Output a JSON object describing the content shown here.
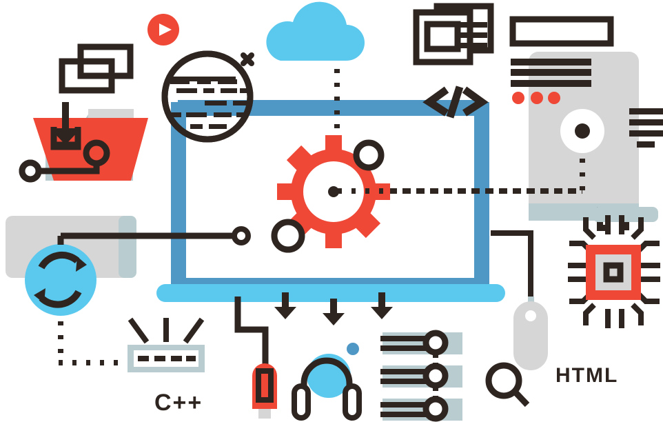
{
  "illustration": {
    "title": "Programming and Web Development Flat Icon Collage",
    "background_color": "#ffffff"
  },
  "palette": {
    "dark": "#2e2520",
    "red": "#ef4836",
    "sky_blue": "#5bc8ee",
    "steel_blue": "#4f97c4",
    "light_gray": "#d6d6d6",
    "blue_gray": "#b9cdd0",
    "mid_gray": "#c8c8c8",
    "white": "#ffffff"
  },
  "labels": {
    "cpp": "C++",
    "html": "HTML",
    "code_tag": "</>",
    "close_mark": "✖"
  },
  "elements": [
    {
      "name": "play-button-icon",
      "label": "play",
      "color": "#ef4836"
    },
    {
      "name": "windows-stack-icon",
      "label": "overlapping windows",
      "color": "#2e2520"
    },
    {
      "name": "folder-download-icon",
      "label": "folder with download arrow",
      "color": "#ef4836"
    },
    {
      "name": "node-connector-left",
      "label": "circuit node connector",
      "color": "#2e2520"
    },
    {
      "name": "code-magnifier-icon",
      "label": "code inspection lens",
      "color": "#2e2520"
    },
    {
      "name": "cloud-icon",
      "label": "cloud storage",
      "color": "#5bc8ee"
    },
    {
      "name": "presentation-windows-icon",
      "label": "presentation screens",
      "color": "#2e2520"
    },
    {
      "name": "server-tower-icon",
      "label": "server tower",
      "color": "#d6d6d6"
    },
    {
      "name": "text-bar-icon",
      "label": "empty text field",
      "color": "#2e2520"
    },
    {
      "name": "laptop-icon",
      "label": "laptop screen",
      "color": "#4f97c4"
    },
    {
      "name": "gear-icon",
      "label": "settings gear",
      "color": "#ef4836"
    },
    {
      "name": "code-tag-icon",
      "label": "code brackets",
      "color": "#2e2520"
    },
    {
      "name": "sync-icon",
      "label": "refresh sync arrows",
      "color": "#5bc8ee"
    },
    {
      "name": "router-icon",
      "label": "wifi router",
      "color": "#b9cdd0"
    },
    {
      "name": "usb-drive-icon",
      "label": "usb flash drive",
      "color": "#ef4836"
    },
    {
      "name": "headphones-icon",
      "label": "headphones",
      "color": "#2e2520"
    },
    {
      "name": "server-rack-list-icon",
      "label": "server rack list",
      "color": "#b9cdd0"
    },
    {
      "name": "mouse-icon",
      "label": "computer mouse",
      "color": "#d6d6d6"
    },
    {
      "name": "search-icon",
      "label": "magnifying glass",
      "color": "#2e2520"
    },
    {
      "name": "cpu-chip-icon",
      "label": "cpu microchip",
      "color": "#ef4836"
    },
    {
      "name": "download-arrows",
      "label": "three download arrows",
      "color": "#2e2520"
    }
  ]
}
